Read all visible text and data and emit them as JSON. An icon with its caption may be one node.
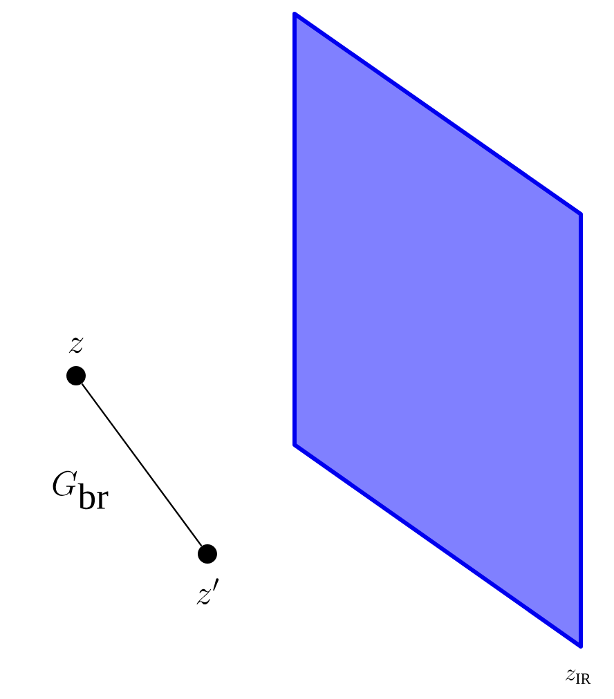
{
  "diagram": {
    "nodes": [
      {
        "text": [],
        "shape": "circle",
        "beside": [
          "z"
        ]
      },
      {
        "text": [],
        "shape": "circle",
        "beside": [
          "z'"
        ]
      },
      {
        "text": [],
        "shape": "box",
        "beside": [
          "z_{\\rm IR}"
        ]
      }
    ],
    "edges": [
      {
        "from": 0,
        "to": 1,
        "arrow": "none",
        "label": "G_{\\rm br}"
      }
    ]
  }
}
